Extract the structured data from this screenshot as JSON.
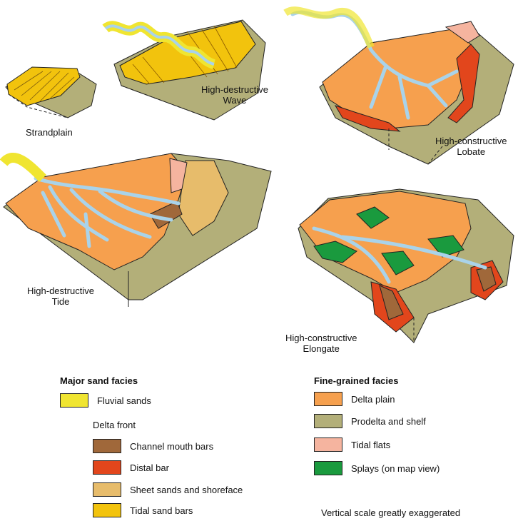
{
  "colors": {
    "fluvial_sands": "#f0e531",
    "channel_mouth_bars": "#a0683a",
    "distal_bar": "#e2461c",
    "sheet_sands": "#e7bc6b",
    "tidal_sand_bars": "#f2c30d",
    "delta_plain": "#f6a04e",
    "prodelta_shelf": "#b3af79",
    "tidal_flats": "#f5b49f",
    "splays": "#1a9a3e",
    "channel_water": "#a9d3ea",
    "outline": "#222222"
  },
  "diagrams": {
    "strandplain": "Strandplain",
    "wave_line1": "High-destructive",
    "wave_line2": "Wave",
    "lobate_line1": "High-constructive",
    "lobate_line2": "Lobate",
    "tide_line1": "High-destructive",
    "tide_line2": "Tide",
    "elongate_line1": "High-constructive",
    "elongate_line2": "Elongate"
  },
  "legend": {
    "major_title": "Major sand facies",
    "fluvial": "Fluvial sands",
    "delta_front": "Delta front",
    "channel_mouth": "Channel mouth bars",
    "distal": "Distal bar",
    "sheet": "Sheet sands and shoreface",
    "tidal_bars": "Tidal sand bars",
    "fine_title": "Fine-grained facies",
    "delta_plain": "Delta plain",
    "prodelta": "Prodelta and shelf",
    "tidal_flats": "Tidal flats",
    "splays": "Splays (on map view)"
  },
  "note": "Vertical scale greatly exaggerated"
}
